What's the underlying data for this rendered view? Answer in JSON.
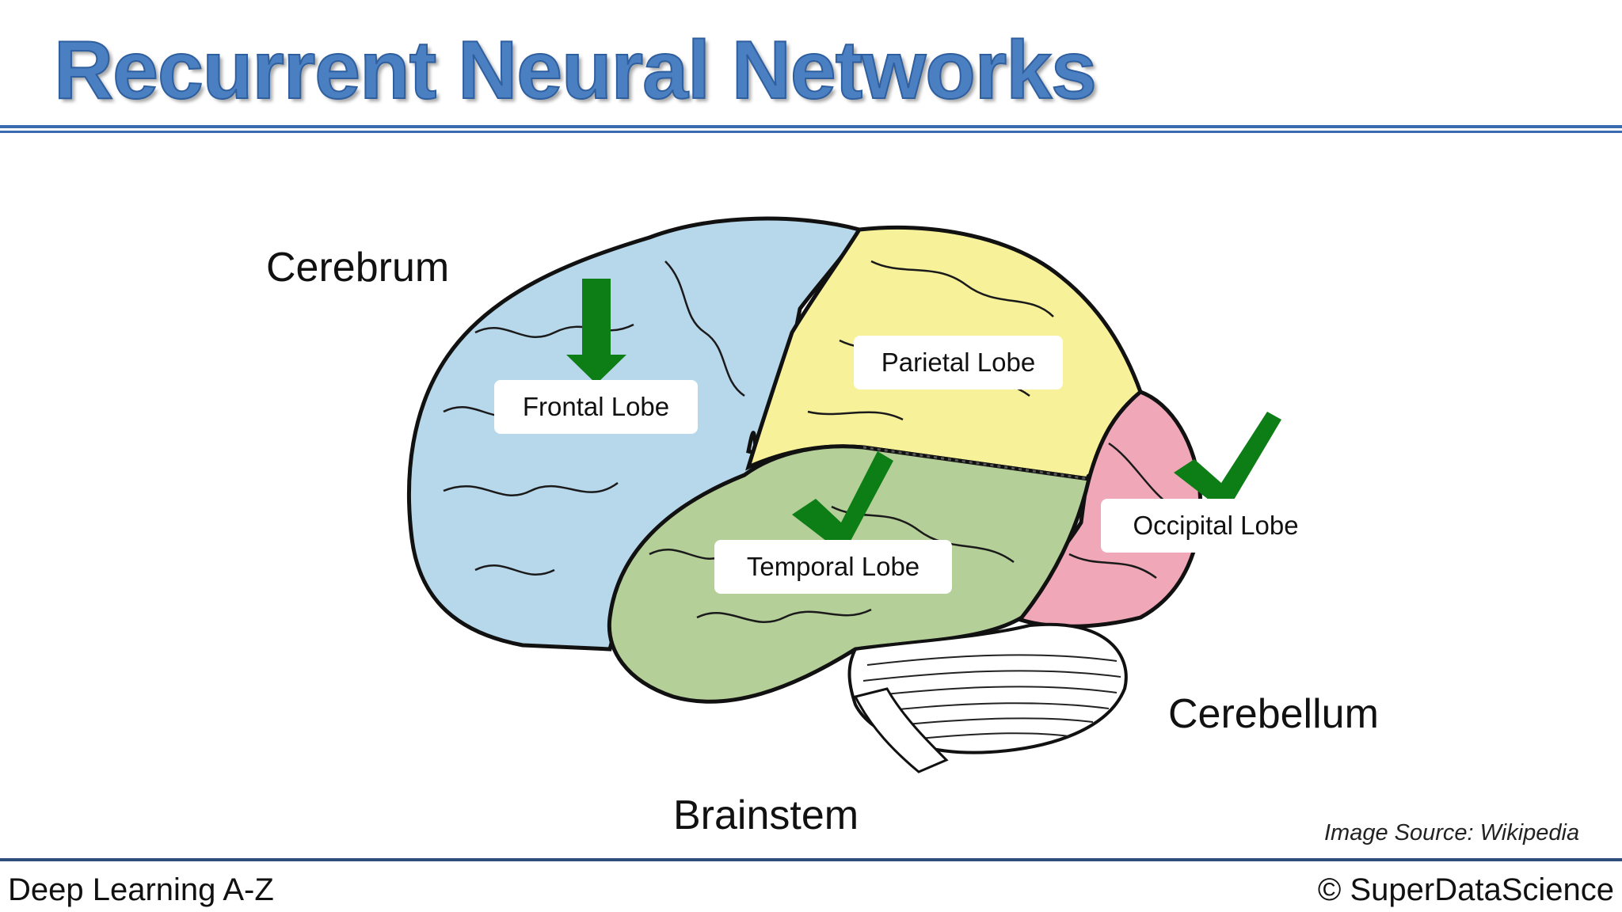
{
  "slide": {
    "title": "Recurrent Neural Networks",
    "labels": {
      "cerebrum": "Cerebrum",
      "cerebellum": "Cerebellum",
      "brainstem": "Brainstem"
    },
    "lobes": {
      "frontal": "Frontal Lobe",
      "parietal": "Parietal Lobe",
      "temporal": "Temporal Lobe",
      "occipital": "Occipital Lobe"
    },
    "lobe_colors": {
      "frontal": "#b7d7ea",
      "parietal": "#f7f29a",
      "temporal": "#b5cf98",
      "occipital": "#f0a8b8"
    },
    "markers": {
      "frontal": "arrow-down-icon",
      "temporal": "checkmark-icon",
      "occipital": "checkmark-icon"
    },
    "image_source": "Image Source: Wikipedia"
  },
  "footer": {
    "course": "Deep Learning A-Z",
    "copyright": "© SuperDataScience"
  }
}
